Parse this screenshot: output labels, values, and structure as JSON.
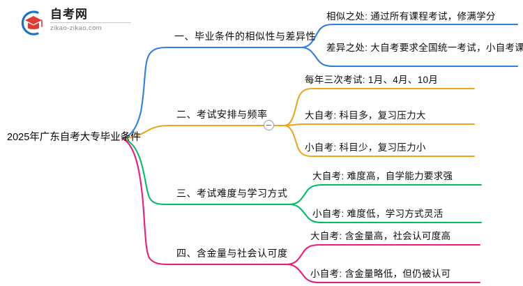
{
  "logo": {
    "title": "自考网",
    "domain": "zikao-zikao.com",
    "mark_icon": "graduation-cap-icon",
    "ring_color": "#1a73c8",
    "cap_color": "#e03a33"
  },
  "mindmap": {
    "root": {
      "label": "2025年广东自考大专毕业条件"
    },
    "branches": [
      {
        "label": "一、毕业条件的相似性与差异性",
        "color": "#2f7fe0",
        "collapsed_toggle": false,
        "children": [
          {
            "label": "相似之处: 通过所有课程考试，修满学分"
          },
          {
            "label": "差异之处: 大自考要求全国统一考试，小自考课程灵活"
          }
        ]
      },
      {
        "label": "二、考试安排与频率",
        "color": "#efa41e",
        "collapsed_toggle": true,
        "toggle_icon": "minus-circle-icon",
        "children": [
          {
            "label": "每年三次考试: 1月、4月、10月"
          },
          {
            "label": "大自考: 科目多，复习压力大"
          },
          {
            "label": "小自考: 科目少，复习压力小"
          }
        ]
      },
      {
        "label": "三、考试难度与学习方式",
        "color": "#00bf63",
        "collapsed_toggle": false,
        "children": [
          {
            "label": "大自考: 难度高，自学能力要求强"
          },
          {
            "label": "小自考: 难度低，学习方式灵活"
          }
        ]
      },
      {
        "label": "四、含金量与社会认可度",
        "color": "#f2197c",
        "collapsed_toggle": false,
        "children": [
          {
            "label": "大自考: 含金量高，社会认可度高"
          },
          {
            "label": "小自考: 含金量略低，但仍被认可"
          }
        ]
      }
    ]
  }
}
